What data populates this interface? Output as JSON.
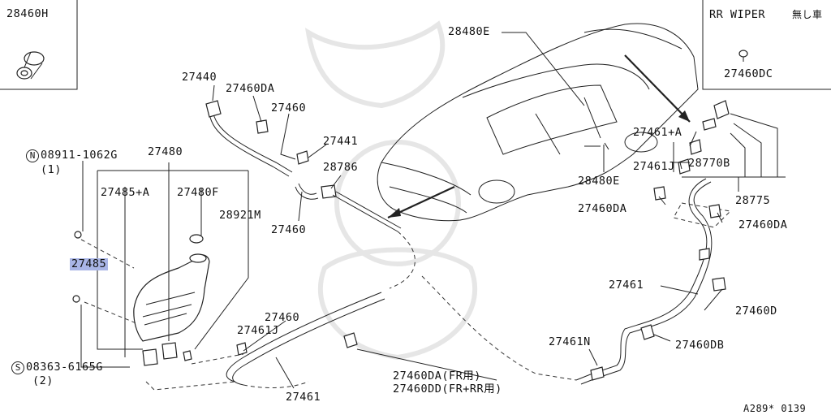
{
  "inset_left": {
    "part": "28460H"
  },
  "inset_right": {
    "title": "RR WIPER",
    "note": "無し車",
    "part": "27460DC"
  },
  "callouts": {
    "c27440": "27440",
    "c27460DA_a": "27460DA",
    "c27460_a": "27460",
    "c27441": "27441",
    "c28786": "28786",
    "c27460_b": "27460",
    "c27480": "27480",
    "c27485A": "27485+A",
    "c27480F": "27480F",
    "c28921M": "28921M",
    "c27485": "27485",
    "c08911": "08911-1062G",
    "c08911_qty": "(1)",
    "c08363": "08363-6165G",
    "c08363_qty": "(2)",
    "c28480E_a": "28480E",
    "c28480E_b": "28480E",
    "c27461A": "27461+A",
    "c27461J_a": "27461J",
    "c28770B": "28770B",
    "c28775": "28775",
    "c27460DA_b": "27460DA",
    "c27460DA_c": "27460DA",
    "c27461_a": "27461",
    "c27460D": "27460D",
    "c27460DB": "27460DB",
    "c27461N": "27461N",
    "c27460_c": "27460",
    "c27461J_b": "27461J",
    "c27461_b": "27461",
    "c27460DA_fr": "27460DA(FR用)",
    "c27460DD": "27460DD(FR+RR用)"
  },
  "prefix_n": "N",
  "prefix_s": "S",
  "diagram_code": "A289* 0139",
  "highlight_color": "#a9b5e6"
}
